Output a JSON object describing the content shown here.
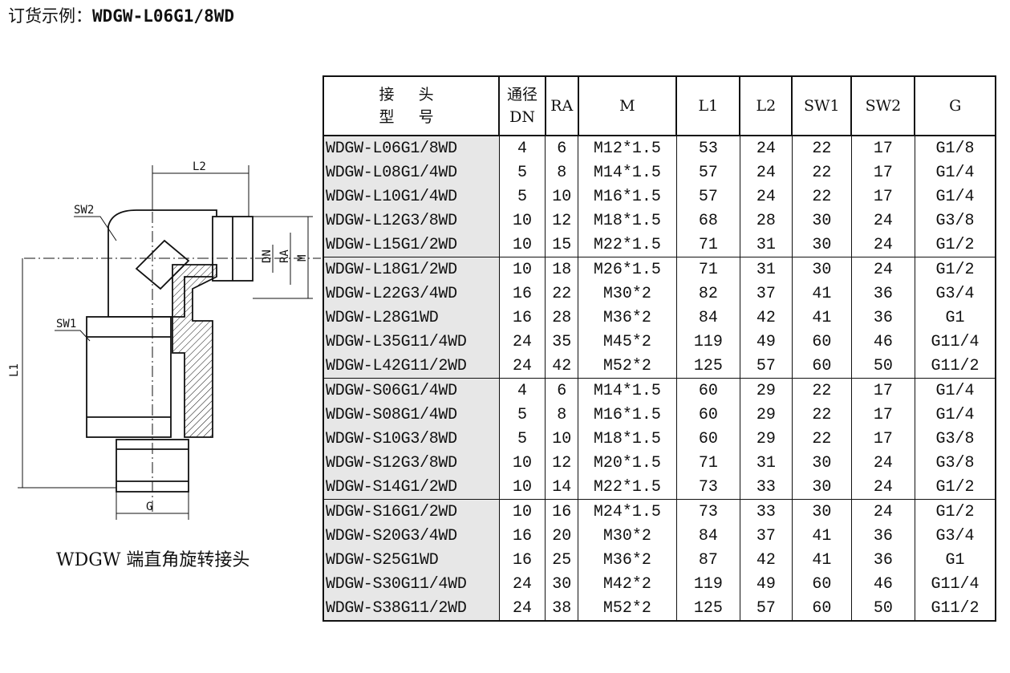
{
  "order_example": {
    "label": "订货示例：",
    "code": "WDGW-L06G1/8WD"
  },
  "caption": "WDGW 端直角旋转接头",
  "drawing_labels": {
    "l2": "L2",
    "sw2": "SW2",
    "sw1": "SW1",
    "l1": "L1",
    "g": "G",
    "dn": "DN",
    "ra": "RA",
    "m": "M"
  },
  "table": {
    "headers": {
      "model_line1": "接 头",
      "model_line2": "型 号",
      "dn_line1": "通径",
      "dn_line2": "DN",
      "ra": "RA",
      "m": "M",
      "l1": "L1",
      "l2": "L2",
      "sw1": "SW1",
      "sw2": "SW2",
      "g": "G"
    },
    "rows": [
      {
        "model": "WDGW-L06G1/8WD",
        "dn": "4",
        "ra": "6",
        "m": "M12*1.5",
        "l1": "53",
        "l2": "24",
        "sw1": "22",
        "sw2": "17",
        "g": "G1/8"
      },
      {
        "model": "WDGW-L08G1/4WD",
        "dn": "5",
        "ra": "8",
        "m": "M14*1.5",
        "l1": "57",
        "l2": "24",
        "sw1": "22",
        "sw2": "17",
        "g": "G1/4"
      },
      {
        "model": "WDGW-L10G1/4WD",
        "dn": "5",
        "ra": "10",
        "m": "M16*1.5",
        "l1": "57",
        "l2": "24",
        "sw1": "22",
        "sw2": "17",
        "g": "G1/4"
      },
      {
        "model": "WDGW-L12G3/8WD",
        "dn": "10",
        "ra": "12",
        "m": "M18*1.5",
        "l1": "68",
        "l2": "28",
        "sw1": "30",
        "sw2": "24",
        "g": "G3/8"
      },
      {
        "model": "WDGW-L15G1/2WD",
        "dn": "10",
        "ra": "15",
        "m": "M22*1.5",
        "l1": "71",
        "l2": "31",
        "sw1": "30",
        "sw2": "24",
        "g": "G1/2"
      },
      {
        "model": "WDGW-L18G1/2WD",
        "dn": "10",
        "ra": "18",
        "m": "M26*1.5",
        "l1": "71",
        "l2": "31",
        "sw1": "30",
        "sw2": "24",
        "g": "G1/2"
      },
      {
        "model": "WDGW-L22G3/4WD",
        "dn": "16",
        "ra": "22",
        "m": "M30*2",
        "l1": "82",
        "l2": "37",
        "sw1": "41",
        "sw2": "36",
        "g": "G3/4"
      },
      {
        "model": "WDGW-L28G1WD",
        "dn": "16",
        "ra": "28",
        "m": "M36*2",
        "l1": "84",
        "l2": "42",
        "sw1": "41",
        "sw2": "36",
        "g": "G1"
      },
      {
        "model": "WDGW-L35G11/4WD",
        "dn": "24",
        "ra": "35",
        "m": "M45*2",
        "l1": "119",
        "l2": "49",
        "sw1": "60",
        "sw2": "46",
        "g": "G11/4"
      },
      {
        "model": "WDGW-L42G11/2WD",
        "dn": "24",
        "ra": "42",
        "m": "M52*2",
        "l1": "125",
        "l2": "57",
        "sw1": "60",
        "sw2": "50",
        "g": "G11/2"
      },
      {
        "model": "WDGW-S06G1/4WD",
        "dn": "4",
        "ra": "6",
        "m": "M14*1.5",
        "l1": "60",
        "l2": "29",
        "sw1": "22",
        "sw2": "17",
        "g": "G1/4"
      },
      {
        "model": "WDGW-S08G1/4WD",
        "dn": "5",
        "ra": "8",
        "m": "M16*1.5",
        "l1": "60",
        "l2": "29",
        "sw1": "22",
        "sw2": "17",
        "g": "G1/4"
      },
      {
        "model": "WDGW-S10G3/8WD",
        "dn": "5",
        "ra": "10",
        "m": "M18*1.5",
        "l1": "60",
        "l2": "29",
        "sw1": "22",
        "sw2": "17",
        "g": "G3/8"
      },
      {
        "model": "WDGW-S12G3/8WD",
        "dn": "10",
        "ra": "12",
        "m": "M20*1.5",
        "l1": "71",
        "l2": "31",
        "sw1": "30",
        "sw2": "24",
        "g": "G3/8"
      },
      {
        "model": "WDGW-S14G1/2WD",
        "dn": "10",
        "ra": "14",
        "m": "M22*1.5",
        "l1": "73",
        "l2": "33",
        "sw1": "30",
        "sw2": "24",
        "g": "G1/2"
      },
      {
        "model": "WDGW-S16G1/2WD",
        "dn": "10",
        "ra": "16",
        "m": "M24*1.5",
        "l1": "73",
        "l2": "33",
        "sw1": "30",
        "sw2": "24",
        "g": "G1/2"
      },
      {
        "model": "WDGW-S20G3/4WD",
        "dn": "16",
        "ra": "20",
        "m": "M30*2",
        "l1": "84",
        "l2": "37",
        "sw1": "41",
        "sw2": "36",
        "g": "G3/4"
      },
      {
        "model": "WDGW-S25G1WD",
        "dn": "16",
        "ra": "25",
        "m": "M36*2",
        "l1": "87",
        "l2": "42",
        "sw1": "41",
        "sw2": "36",
        "g": "G1"
      },
      {
        "model": "WDGW-S30G11/4WD",
        "dn": "24",
        "ra": "30",
        "m": "M42*2",
        "l1": "119",
        "l2": "49",
        "sw1": "60",
        "sw2": "46",
        "g": "G11/4"
      },
      {
        "model": "WDGW-S38G11/2WD",
        "dn": "24",
        "ra": "38",
        "m": "M52*2",
        "l1": "125",
        "l2": "57",
        "sw1": "60",
        "sw2": "50",
        "g": "G11/2"
      }
    ]
  }
}
